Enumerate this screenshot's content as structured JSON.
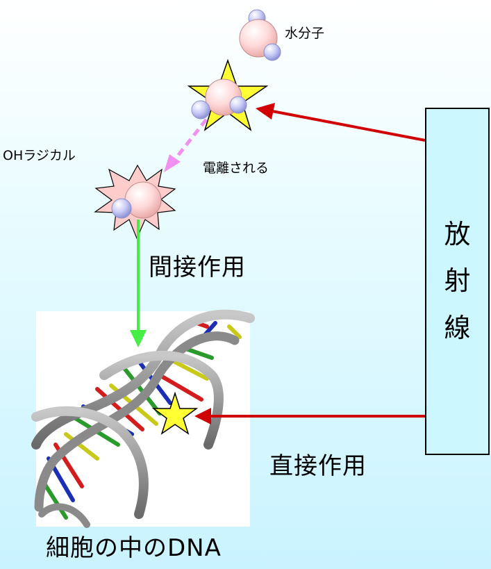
{
  "labels": {
    "water_molecule": "水分子",
    "oh_radical": "OHラジカル",
    "ionized": "電離される",
    "indirect_action": "間接作用",
    "direct_action": "直接作用",
    "dna_caption": "細胞の中のDNA"
  },
  "radiation": {
    "chars": [
      "放",
      "射",
      "線"
    ]
  },
  "colors": {
    "radiation_arrow": "#d00000",
    "indirect_arrow": "#44ee44",
    "ionization_arrow": "#f090f0",
    "star_fill": "#ffff33",
    "radical_fill": "#ffc8c8",
    "oxygen_atom": "#ffd8d8",
    "hydrogen_atom": "#c4c8f4",
    "box_fill": "#ccf7ff"
  },
  "icons": [
    "water-molecule-icon",
    "ionization-star-icon",
    "oh-radical-burst-icon",
    "dna-helix-icon",
    "direct-hit-star-icon"
  ]
}
